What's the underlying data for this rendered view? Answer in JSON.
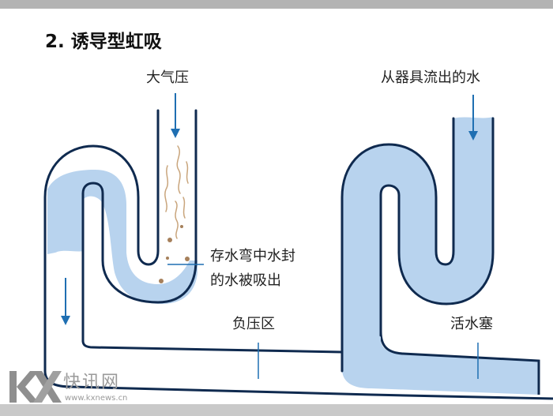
{
  "title": "2. 诱导型虹吸",
  "labels": {
    "atmospheric_pressure": "大气压",
    "water_from_fixture": "从器具流出的水",
    "trap_seal_line1": "存水弯中水封",
    "trap_seal_line2": "的水被吸出",
    "negative_pressure_zone": "负压区",
    "water_plug": "活水塞"
  },
  "watermark": {
    "logo": "KX",
    "name": "快讯网",
    "url": "www.kxnews.cn"
  },
  "colors": {
    "pipe_outline": "#0f2a4f",
    "water": "#b8d3ee",
    "arrow": "#1f6fb2",
    "debris": "#b08a62",
    "band": "#b3b3b3"
  }
}
